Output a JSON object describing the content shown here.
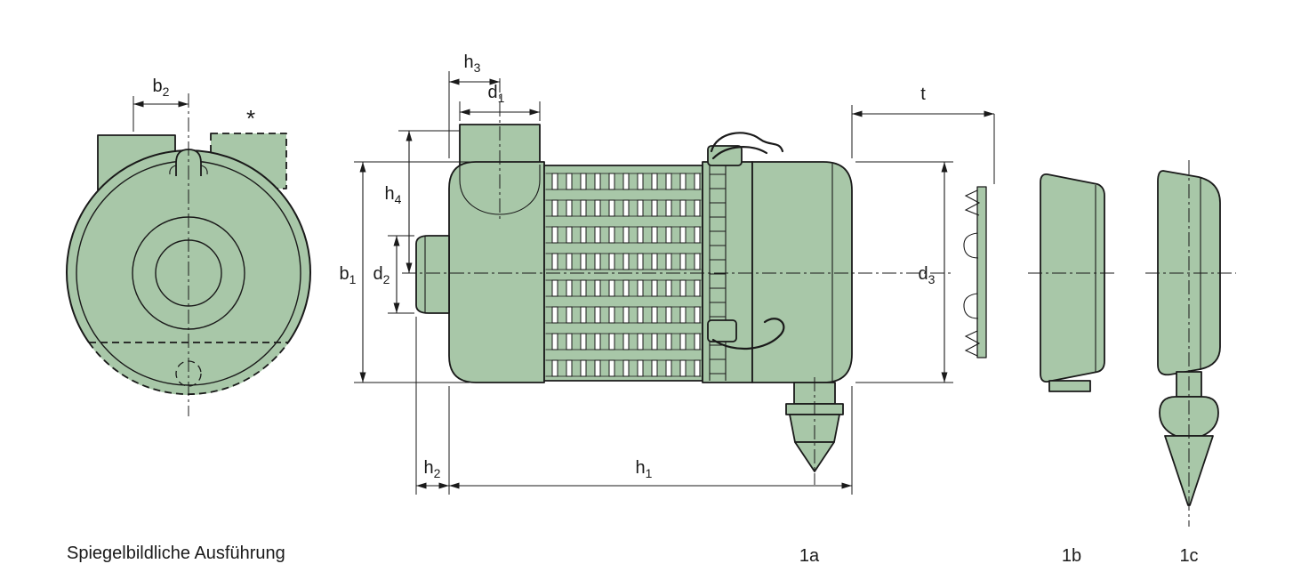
{
  "diagram": {
    "type": "technical-drawing",
    "footer_note": "Spiegelbildliche Ausführung",
    "mirror_marker": "*",
    "colors": {
      "background": "#ffffff",
      "body_fill": "#a8c7a8",
      "slot_fill": "#ffffff",
      "line": "#1a1a1a"
    },
    "dims": {
      "b2": {
        "base": "b",
        "sub": "2"
      },
      "h3": {
        "base": "h",
        "sub": "3"
      },
      "d1": {
        "base": "d",
        "sub": "1"
      },
      "h4": {
        "base": "h",
        "sub": "4"
      },
      "b1": {
        "base": "b",
        "sub": "1"
      },
      "d2": {
        "base": "d",
        "sub": "2"
      },
      "h2": {
        "base": "h",
        "sub": "2"
      },
      "h1": {
        "base": "h",
        "sub": "1"
      },
      "t": {
        "base": "t",
        "sub": ""
      },
      "d3": {
        "base": "d",
        "sub": "3"
      }
    },
    "view_labels": {
      "main": "1a",
      "detail_b": "1b",
      "detail_c": "1c"
    }
  }
}
